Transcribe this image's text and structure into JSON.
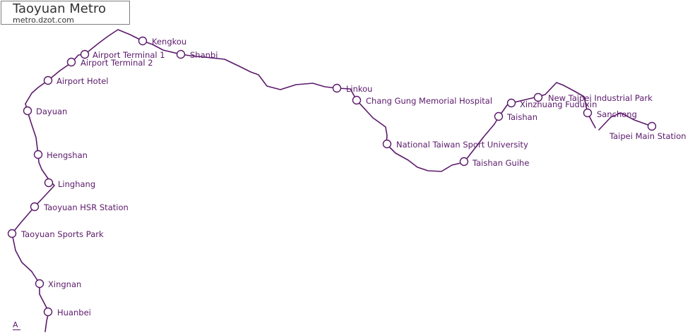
{
  "header": {
    "title": "Taoyuan Metro",
    "subtitle": "metro.dzot.com"
  },
  "line_label": "A",
  "colors": {
    "line": "#5b1a6b",
    "station_fill": "#ffffff",
    "label": "#5b1a6b",
    "title_border": "#7f7f7f"
  },
  "stations": [
    {
      "name": "Kengkou"
    },
    {
      "name": "Airport Terminal 1"
    },
    {
      "name": "Shanbi"
    },
    {
      "name": "Airport Terminal 2"
    },
    {
      "name": "Airport Hotel"
    },
    {
      "name": "Dayuan"
    },
    {
      "name": "Hengshan"
    },
    {
      "name": "Linghang"
    },
    {
      "name": "Taoyuan HSR Station"
    },
    {
      "name": "Taoyuan Sports Park"
    },
    {
      "name": "Xingnan"
    },
    {
      "name": "Huanbei"
    },
    {
      "name": "Linkou"
    },
    {
      "name": "Chang Gung Memorial Hospital"
    },
    {
      "name": "National Taiwan Sport University"
    },
    {
      "name": "Taishan Guihe"
    },
    {
      "name": "Taishan"
    },
    {
      "name": "Xinzhuang Fuduxin"
    },
    {
      "name": "New Taipei Industrial Park"
    },
    {
      "name": "Sanchong"
    },
    {
      "name": "Taipei Main Station"
    }
  ]
}
